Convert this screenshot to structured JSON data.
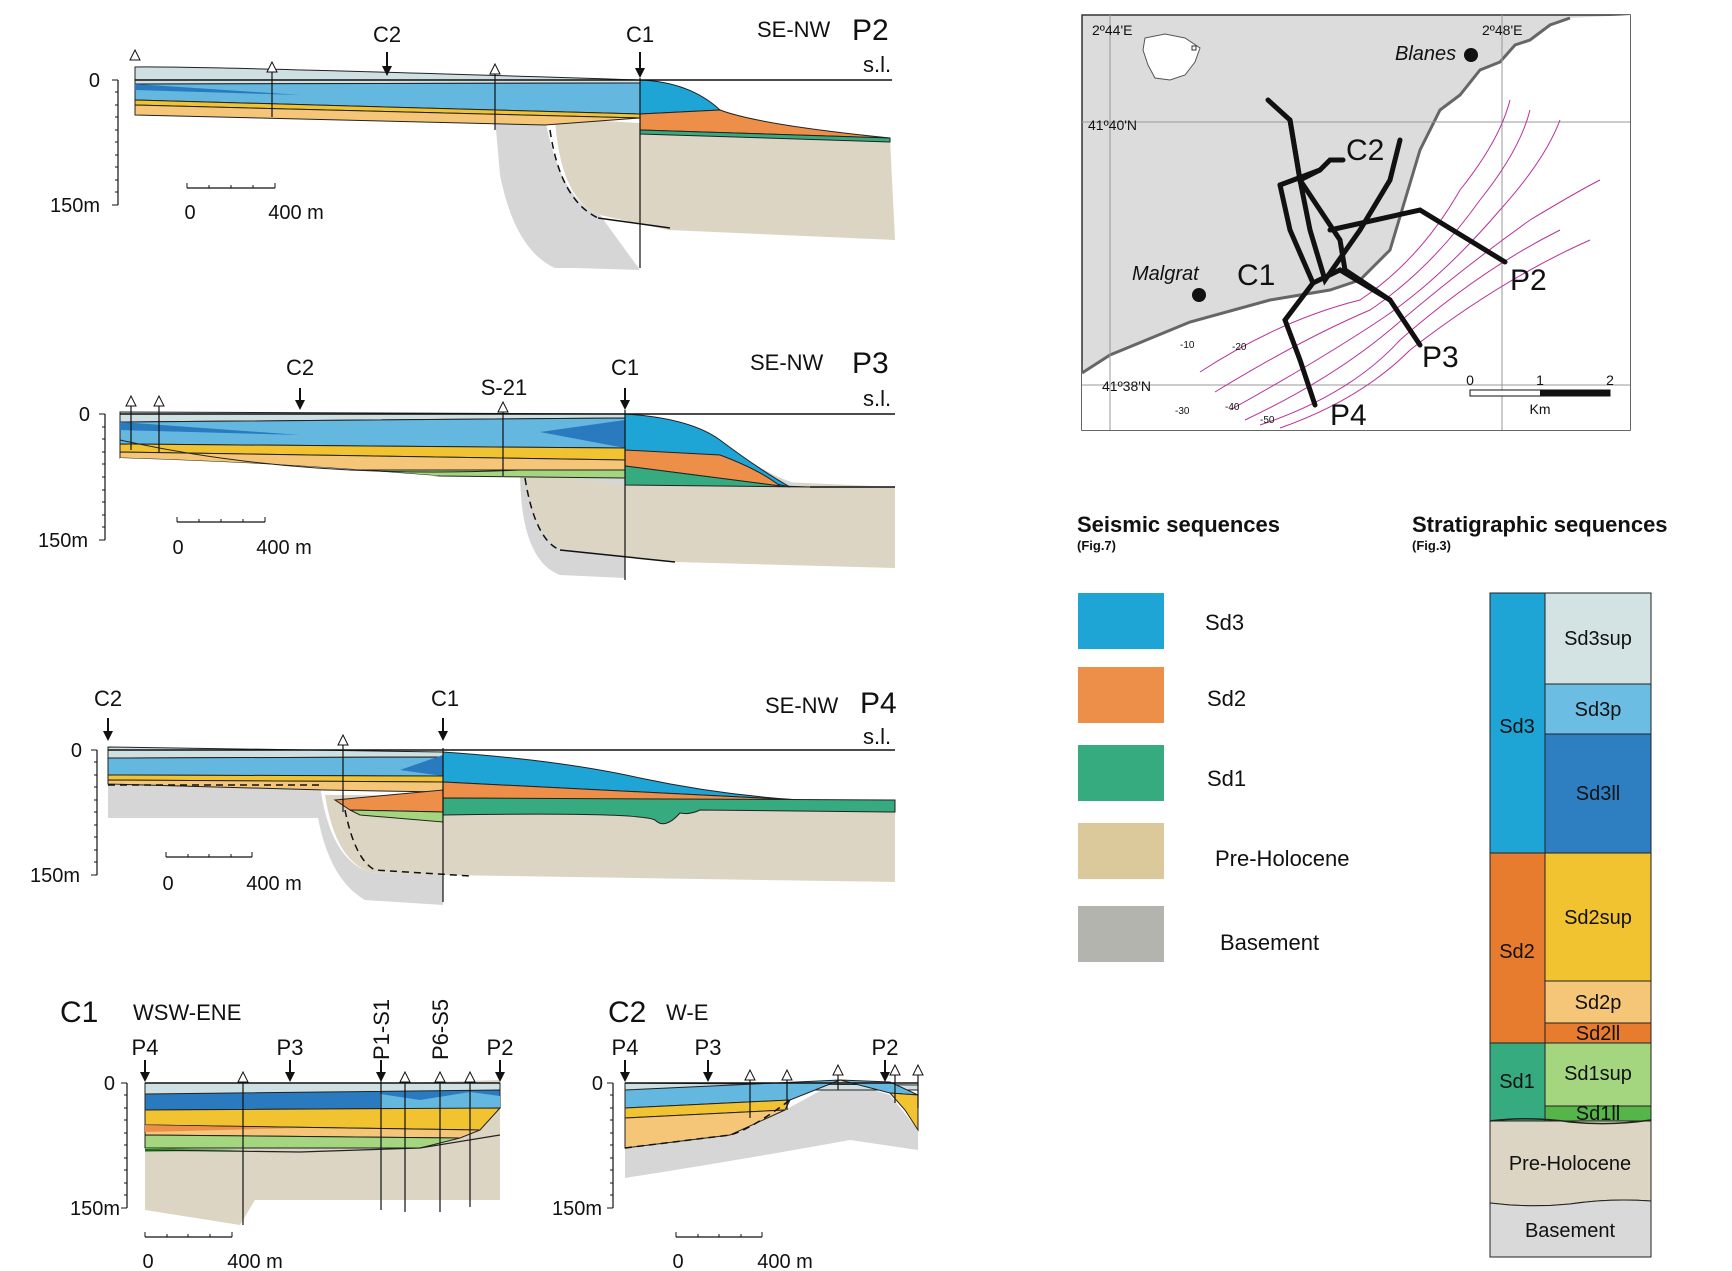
{
  "profiles": {
    "p2": {
      "name": "P2",
      "dir": "SE-NW",
      "sl": "s.l.",
      "top": "0",
      "bottom": "150m",
      "scale0": "0",
      "scale1": "400 m",
      "marks": [
        "C2",
        "C1"
      ]
    },
    "p3": {
      "name": "P3",
      "dir": "SE-NW",
      "sl": "s.l.",
      "top": "0",
      "bottom": "150m",
      "scale0": "0",
      "scale1": "400 m",
      "marks": [
        "C2",
        "S-21",
        "C1"
      ]
    },
    "p4": {
      "name": "P4",
      "dir": "SE-NW",
      "sl": "s.l.",
      "top": "0",
      "bottom": "150m",
      "scale0": "0",
      "scale1": "400 m",
      "marks": [
        "C2",
        "C1"
      ]
    },
    "c1": {
      "name": "C1",
      "dir": "WSW-ENE",
      "top": "0",
      "bottom": "150m",
      "scale0": "0",
      "scale1": "400 m",
      "marks": [
        "P4",
        "P3",
        "P1-S1",
        "P6-S5",
        "P2"
      ]
    },
    "c2": {
      "name": "C2",
      "dir": "W-E",
      "top": "0",
      "bottom": "150m",
      "scale0": "0",
      "scale1": "400 m",
      "marks": [
        "P4",
        "P3",
        "P2"
      ]
    }
  },
  "map": {
    "lon1": "2º44'E",
    "lon2": "2º48'E",
    "lat1": "41º40'N",
    "lat2": "41º38'N",
    "towns": [
      "Blanes",
      "Malgrat"
    ],
    "lines": [
      "C2",
      "C1",
      "P2",
      "P3",
      "P4"
    ],
    "depths": [
      "-10",
      "-20",
      "-30",
      "-40",
      "-50"
    ],
    "scale": [
      "0",
      "1",
      "2"
    ],
    "scale_unit": "Km"
  },
  "legend": {
    "title": "Seismic sequences",
    "subtitle": "(Fig.7)",
    "items": [
      {
        "label": "Sd3",
        "color": "#1ea5d6"
      },
      {
        "label": "Sd2",
        "color": "#ed8e49"
      },
      {
        "label": "Sd1",
        "color": "#36ab80"
      },
      {
        "label": "Pre-Holocene",
        "color": "#dcc99b"
      },
      {
        "label": "Basement",
        "color": "#b4b4ae"
      }
    ]
  },
  "strat": {
    "title": "Stratigraphic sequences",
    "subtitle": "(Fig.3)",
    "main": [
      {
        "label": "Sd3",
        "color": "#1ea5d6"
      },
      {
        "label": "Sd2",
        "color": "#e77b2e"
      },
      {
        "label": "Sd1",
        "color": "#36ab80"
      }
    ],
    "sub": [
      {
        "label": "Sd3sup",
        "color": "#d3e2e3"
      },
      {
        "label": "Sd3p",
        "color": "#6bbde3"
      },
      {
        "label": "Sd3ll",
        "color": "#2e7fc1"
      },
      {
        "label": "Sd2sup",
        "color": "#f2c331"
      },
      {
        "label": "Sd2p",
        "color": "#f5c677"
      },
      {
        "label": "Sd2ll",
        "color": "#e77b2e"
      },
      {
        "label": "Sd1sup",
        "color": "#a3d67e"
      },
      {
        "label": "Sd1ll",
        "color": "#56b548"
      }
    ],
    "pre": "Pre-Holocene",
    "base": "Basement"
  }
}
